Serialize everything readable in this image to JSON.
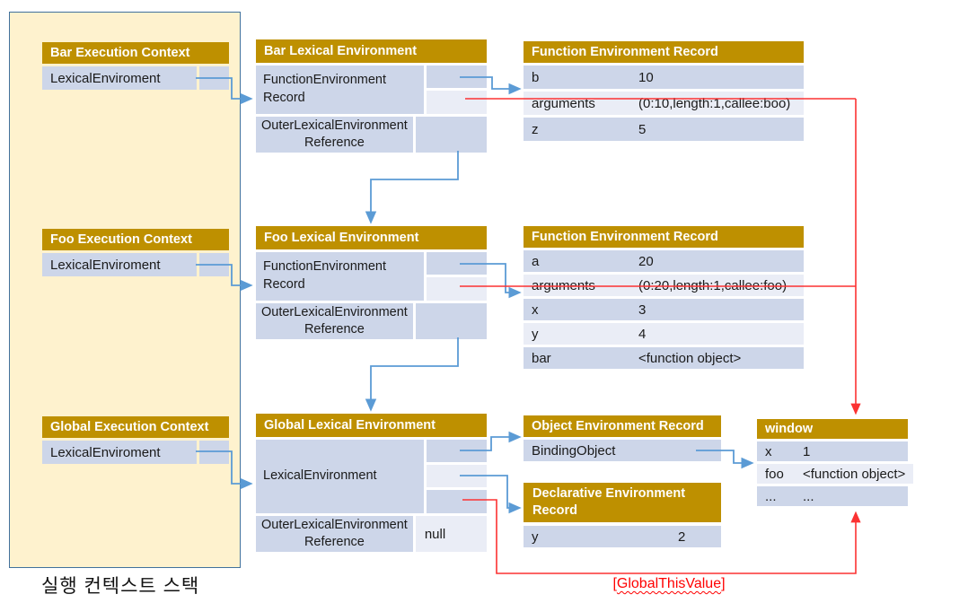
{
  "stack": {
    "caption": "실행 컨텍스트 스택",
    "contexts": {
      "bar": {
        "title": "Bar Execution Context",
        "slot": "LexicalEnviroment"
      },
      "foo": {
        "title": "Foo Execution Context",
        "slot": "LexicalEnviroment"
      },
      "global": {
        "title": "Global Execution Context",
        "slot": "LexicalEnviroment"
      }
    }
  },
  "environments": {
    "bar": {
      "title": "Bar Lexical Environment",
      "record_label": "FunctionEnvironment Record",
      "outer_label": "OuterLexicalEnvironment Reference",
      "outer_value": ""
    },
    "foo": {
      "title": "Foo Lexical Environment",
      "record_label": "FunctionEnvironment Record",
      "outer_label": "OuterLexicalEnvironment Reference",
      "outer_value": ""
    },
    "global": {
      "title": "Global Lexical Environment",
      "record_label": "LexicalEnvironment",
      "outer_label": "OuterLexicalEnvironment Reference",
      "outer_value": "null"
    }
  },
  "records": {
    "bar_fer": {
      "title": "Function Environment Record",
      "rows": [
        [
          "b",
          "10"
        ],
        [
          "arguments",
          "(0:10,length:1,callee:boo)"
        ],
        [
          "z",
          "5"
        ]
      ]
    },
    "foo_fer": {
      "title": "Function Environment Record",
      "rows": [
        [
          "a",
          "20"
        ],
        [
          "arguments",
          "(0:20,length:1,callee:foo)"
        ],
        [
          "x",
          "3"
        ],
        [
          "y",
          "4"
        ],
        [
          "bar",
          "<function object>"
        ]
      ]
    },
    "object_er": {
      "title": "Object Environment Record",
      "rows": [
        [
          "BindingObject",
          ""
        ]
      ]
    },
    "declarative_er": {
      "title": "Declarative Environment Record",
      "rows": [
        [
          "y",
          "2"
        ]
      ]
    },
    "window_obj": {
      "title": "window",
      "rows": [
        [
          "x",
          "1"
        ],
        [
          "foo",
          "<function object>"
        ],
        [
          "...",
          "..."
        ]
      ]
    }
  },
  "annotations": {
    "global_this_open": "[",
    "global_this_text": "GlobalThisValue",
    "global_this_close": "]"
  },
  "colors": {
    "gold": "#BE9000",
    "cell_dark": "#CDD6E9",
    "cell_light": "#EAEDF6",
    "stack_fill": "#FEF2CE",
    "stack_border": "#41719C",
    "connector_blue": "#5B9BD5",
    "connector_red": "#FB3232",
    "annotation_red": "#FF0000"
  }
}
